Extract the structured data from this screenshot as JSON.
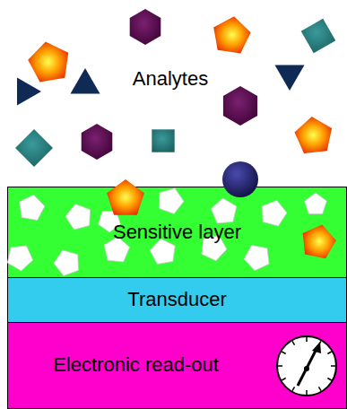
{
  "diagram": {
    "nodes": [
      {
        "text": [
          "Sensitive layer"
        ]
      },
      {
        "text": [
          "Transducer"
        ]
      },
      {
        "text": [
          "Electronic read-out"
        ]
      }
    ],
    "labels": [
      "Analytes"
    ]
  }
}
